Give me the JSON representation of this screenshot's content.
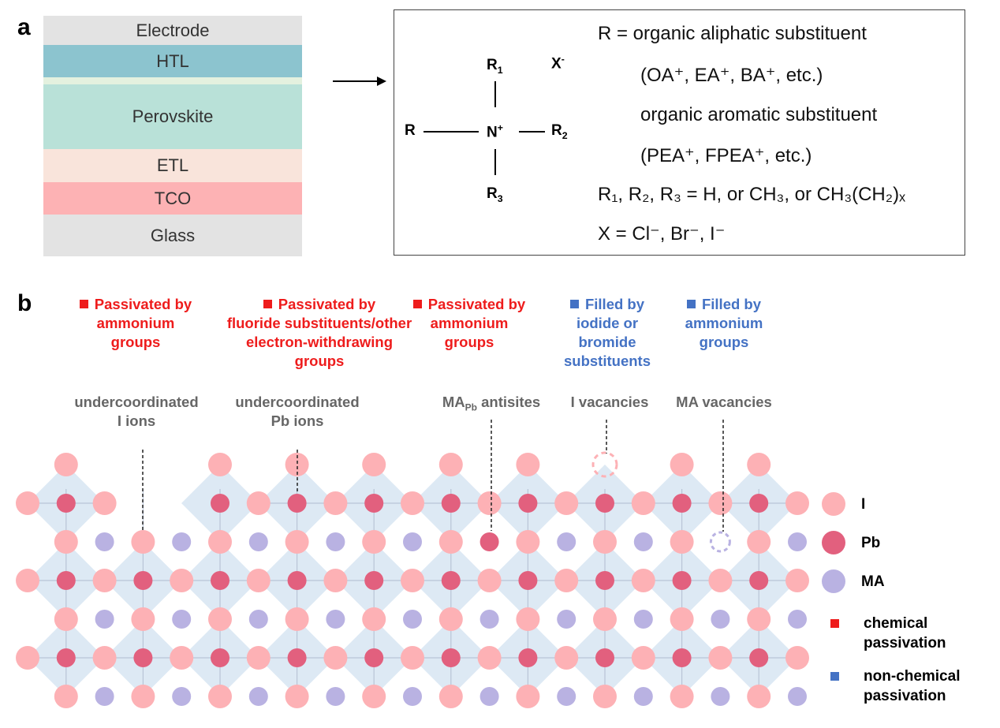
{
  "panel_a": {
    "label": "a",
    "stack": [
      {
        "name": "Electrode",
        "color": "#e3e3e3"
      },
      {
        "name": "HTL",
        "color": "#8cc4cf"
      },
      {
        "name": "",
        "color": "#e4f1df"
      },
      {
        "name": "Perovskite",
        "color": "#b9e1d8"
      },
      {
        "name": "ETL",
        "color": "#f9e4db"
      },
      {
        "name": "TCO",
        "color": "#fdb2b4"
      },
      {
        "name": "Glass",
        "color": "#e3e3e3"
      }
    ],
    "molecule": {
      "R": "R",
      "N": "N",
      "N_charge": "+",
      "R1": "R",
      "R1_sub": "1",
      "R2": "R",
      "R2_sub": "2",
      "R3": "R",
      "R3_sub": "3",
      "X": "X",
      "X_charge": "-"
    },
    "definitions": {
      "line1": "R = organic aliphatic substituent",
      "line2": "(OA⁺, EA⁺, BA⁺, etc.)",
      "line3": "organic aromatic substituent",
      "line4": "(PEA⁺, FPEA⁺, etc.)",
      "line5": "R₁, R₂, R₃ = H, or CH₃, or CH₃(CH₂)ₓ",
      "line6": "X = Cl⁻, Br⁻, I⁻"
    }
  },
  "panel_b": {
    "label": "b",
    "strategies": [
      {
        "type": "chemical",
        "text": "Passivated by ammonium groups",
        "line1": "Passivated by",
        "line2": "ammonium",
        "line3": "groups",
        "line4": ""
      },
      {
        "type": "chemical",
        "text": "Passivated by fluoride substituents/other electron-withdrawing groups",
        "line1": "Passivated by",
        "line2": "fluoride substituents/other",
        "line3": "electron-withdrawing",
        "line4": "groups"
      },
      {
        "type": "chemical",
        "text": "Passivated by ammonium groups",
        "line1": "Passivated by",
        "line2": "ammonium",
        "line3": "groups",
        "line4": ""
      },
      {
        "type": "non-chemical",
        "text": "Filled by iodide or bromide substituents",
        "line1": "Filled by",
        "line2": "iodide or",
        "line3": "bromide",
        "line4": "substituents"
      },
      {
        "type": "non-chemical",
        "text": "Filled by ammonium groups",
        "line1": "Filled by",
        "line2": "ammonium",
        "line3": "groups",
        "line4": ""
      }
    ],
    "defects": [
      {
        "line1": "undercoordinated",
        "line2": "I ions"
      },
      {
        "line1": "undercoordinated",
        "line2": "Pb ions"
      },
      {
        "line1": "MA",
        "sub": "Pb",
        "suffix": " antisites"
      },
      {
        "line1": "I vacancies"
      },
      {
        "line1": "MA vacancies"
      }
    ],
    "legend": {
      "I": "I",
      "Pb": "Pb",
      "MA": "MA",
      "chemical_1": "chemical",
      "chemical_2": "passivation",
      "nonchemical_1": "non-chemical",
      "nonchemical_2": "passivation"
    },
    "colors": {
      "I": "#fdb1b5",
      "Pb": "#e2607e",
      "MA": "#b9b2e2",
      "octahedron": "#dde9f4",
      "chemical": "#ee1c1c",
      "non_chemical": "#4472c4"
    }
  }
}
